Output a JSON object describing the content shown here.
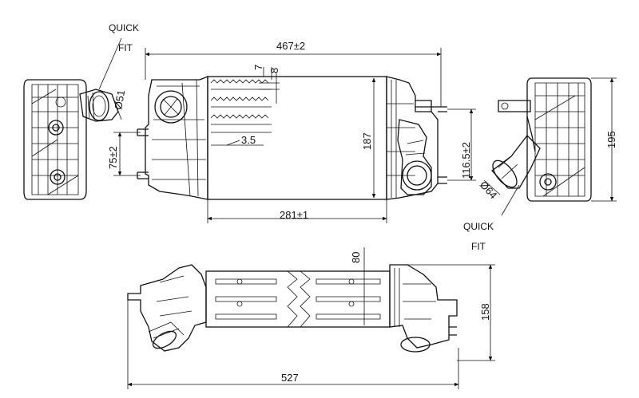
{
  "labels": {
    "quick_fit_left_line1": "QUICK",
    "quick_fit_left_line2": "FIT",
    "quick_fit_right_line1": "QUICK",
    "quick_fit_right_line2": "FIT"
  },
  "dimensions": {
    "overall_length_top": "467±2",
    "core_width": "281±1",
    "core_height": "187",
    "fin_dim_7": "7",
    "fin_dim_8": "8",
    "fin_dim_3_5": "3.5",
    "left_pipe_dia": "Ø51",
    "left_port_offset": "75±2",
    "right_port_offset": "116.5±2",
    "right_pipe_dia": "Ø64",
    "side_height": "195",
    "bottom_dim_80": "80",
    "bottom_height": "158",
    "bottom_overall_length": "527"
  }
}
